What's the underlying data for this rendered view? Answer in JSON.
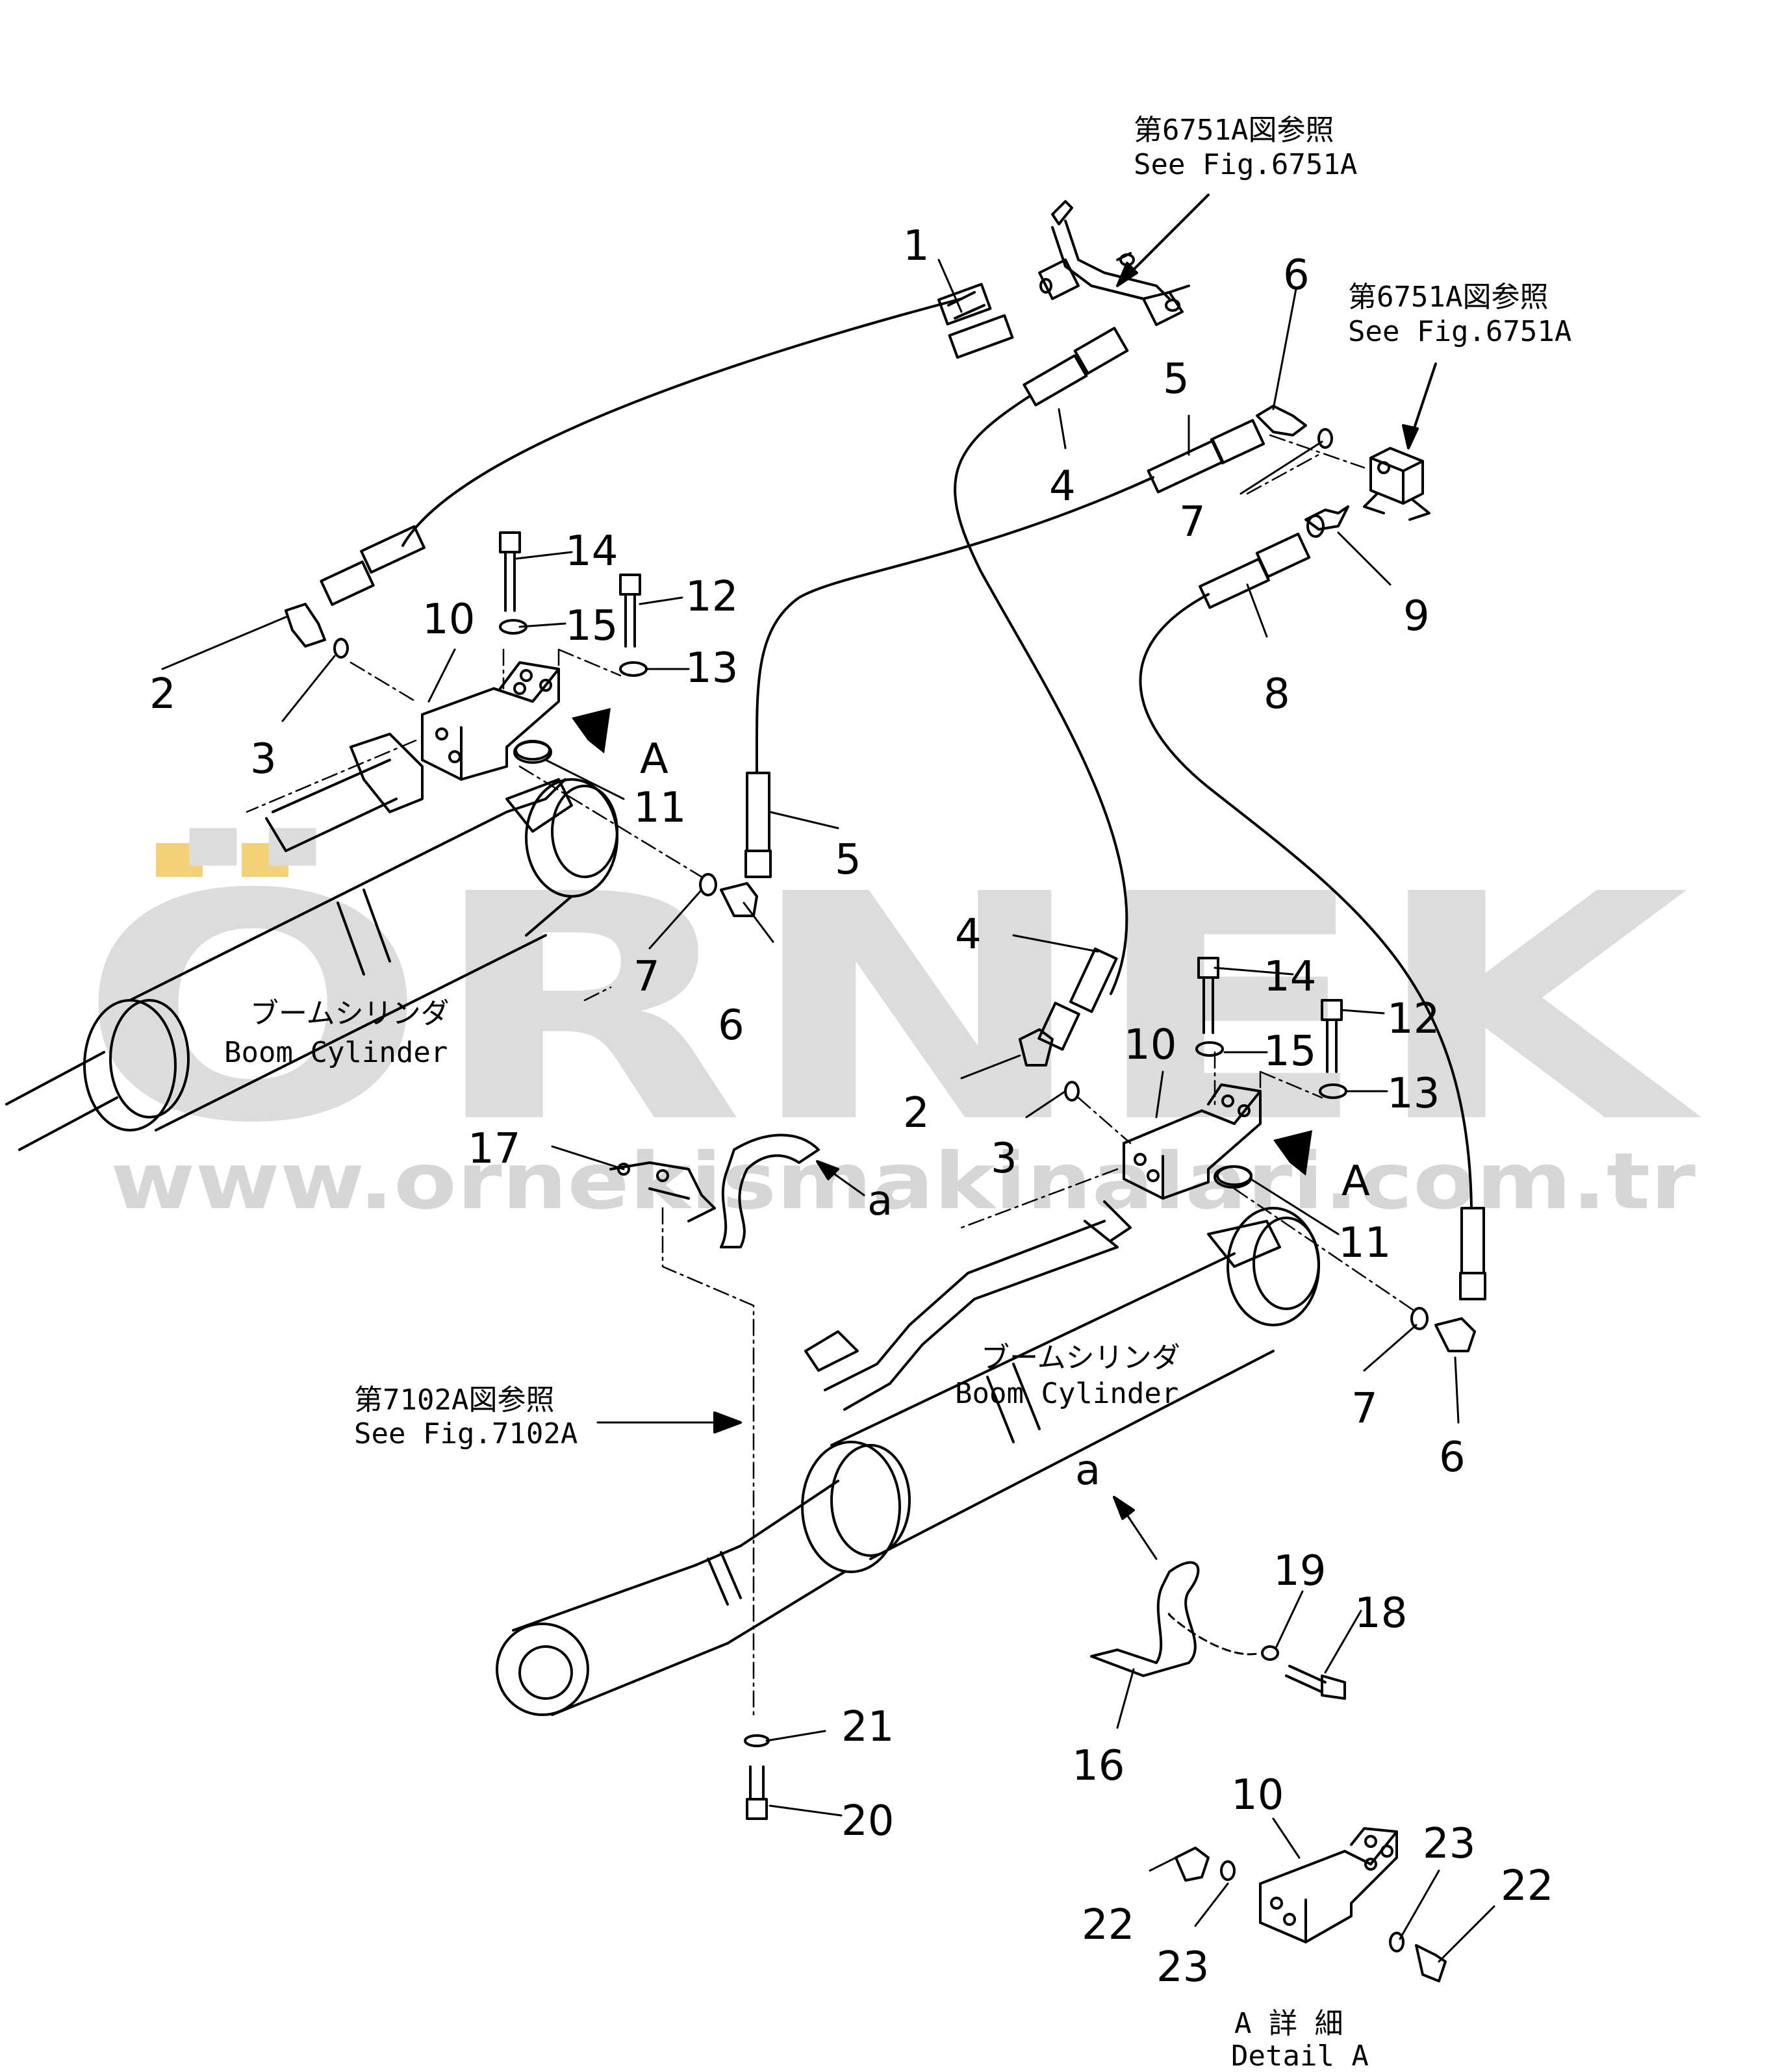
{
  "watermark": {
    "logo_text": "ÖRNEK",
    "url_text": "www.ornekismakinalari.com.tr",
    "accent_color": "#f3d27a",
    "gray_color": "#dcdcdc"
  },
  "references": [
    {
      "jp": "第6751A図参照",
      "en": "See Fig.6751A"
    },
    {
      "jp": "第6751A図参照",
      "en": "See Fig.6751A"
    },
    {
      "jp": "第7102A図参照",
      "en": "See Fig.7102A"
    }
  ],
  "cylinder_labels": [
    {
      "jp": "ブームシリンダ",
      "en": "Boom Cylinder"
    },
    {
      "jp": "ブームシリンダ",
      "en": "Boom Cylinder"
    }
  ],
  "detail_label": {
    "jp": "A 詳 細",
    "en": "Detail A"
  },
  "view_markers": [
    "A",
    "A",
    "a",
    "a"
  ],
  "part_numbers": [
    "1",
    "2",
    "3",
    "4",
    "5",
    "6",
    "7",
    "8",
    "9",
    "10",
    "11",
    "12",
    "13",
    "14",
    "15",
    "5",
    "6",
    "7",
    "4",
    "14",
    "12",
    "10",
    "15",
    "2",
    "13",
    "3",
    "11",
    "7",
    "6",
    "17",
    "19",
    "18",
    "16",
    "21",
    "20",
    "10",
    "23",
    "22",
    "23",
    "22"
  ]
}
